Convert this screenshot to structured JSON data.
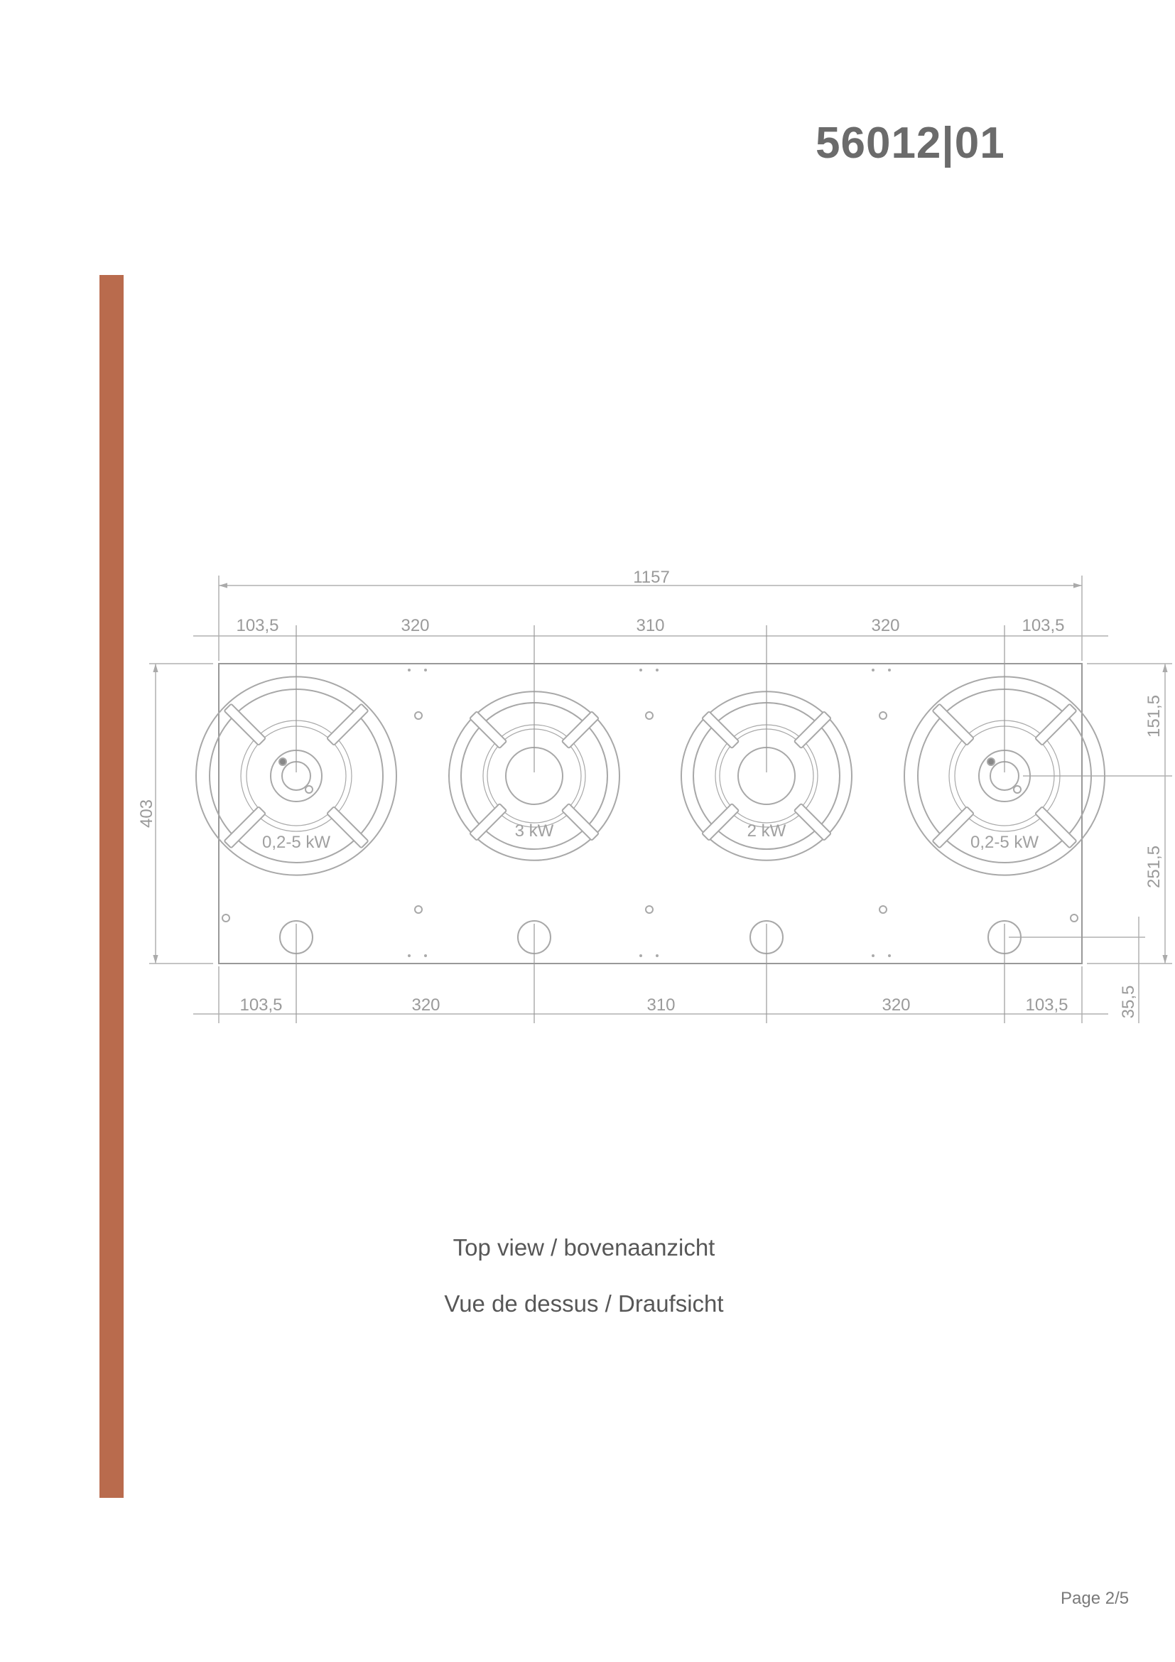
{
  "header": {
    "model_number": "56012|01"
  },
  "accent_color": "#b96b4d",
  "drawing": {
    "overall_width": "1157",
    "depth": "403",
    "top_segments": [
      "103,5",
      "320",
      "310",
      "320",
      "103,5"
    ],
    "bottom_segments": [
      "103,5",
      "320",
      "310",
      "320",
      "103,5"
    ],
    "right_dims": {
      "front_to_burner_top": "151,5",
      "burner_to_front": "251,5",
      "knob_offset": "35,5"
    },
    "burners": [
      {
        "power": "0,2-5 kW",
        "type": "wok"
      },
      {
        "power": "3 kW",
        "type": "medium"
      },
      {
        "power": "2 kW",
        "type": "medium"
      },
      {
        "power": "0,2-5 kW",
        "type": "wok"
      }
    ]
  },
  "captions": {
    "line1": "Top view / bovenaanzicht",
    "line2": "Vue de dessus / Draufsicht"
  },
  "footer": {
    "page": "Page 2/5"
  }
}
